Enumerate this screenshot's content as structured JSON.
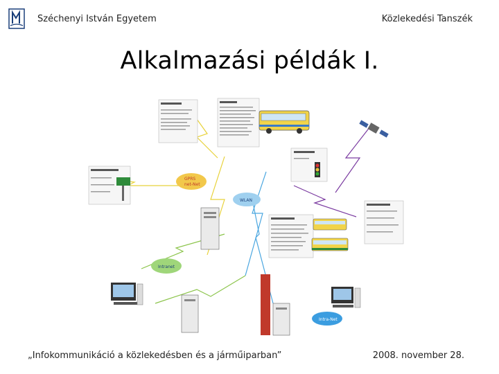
{
  "header": {
    "university": "Széchenyi István Egyetem",
    "department": "Közlekedési Tanszék"
  },
  "slide": {
    "title": "Alkalmazási példák I."
  },
  "footer": {
    "caption": "„Infokommunikáció a közlekedésben és a járműiparban”",
    "date": "2008. november 28."
  },
  "diagram": {
    "clouds": {
      "gprs": "GPRS\nnet-Net",
      "wlan": "WLAN",
      "intranet": "Intranet",
      "internet": "Intra-Net"
    },
    "colors": {
      "gprs_cloud": "#f2c84b",
      "wlan_cloud": "#9fd0ef",
      "intranet_cloud": "#9fd67a",
      "internet_cloud": "#3b9de0",
      "link_yellow": "#e8d23a",
      "link_blue": "#4aa6e0",
      "link_purple": "#7a3aa0",
      "link_green": "#8bc44a",
      "slide_accent": "#1a3f7a"
    }
  }
}
